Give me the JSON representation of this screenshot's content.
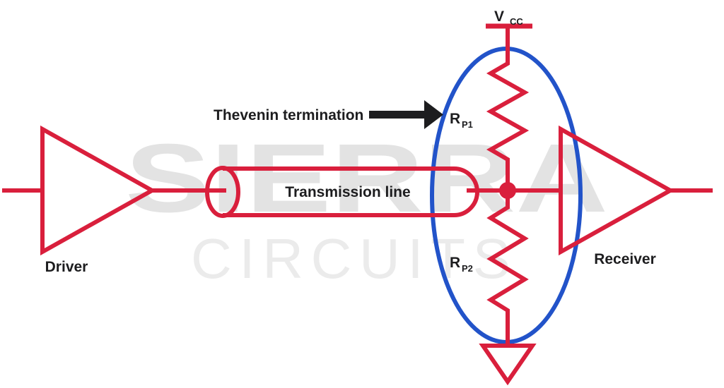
{
  "title": "Thevenin termination circuit diagram",
  "colors": {
    "background": "#ffffff",
    "red": "#d91f3c",
    "blue": "#2253c9",
    "black": "#1d1d1f",
    "watermark_primary": "#e3e3e3",
    "watermark_secondary": "#ebebeb"
  },
  "watermark": {
    "line1": "SIERRA",
    "line2": "CIRCUITS"
  },
  "labels": {
    "driver": "Driver",
    "receiver": "Receiver",
    "transmission_line": "Transmission line",
    "annotation": "Thevenin termination",
    "vcc_main": "V",
    "vcc_sub": "CC",
    "rp1_main": "R",
    "rp1_sub": "P1",
    "rp2_main": "R",
    "rp2_sub": "P2"
  },
  "icons": {
    "annotation_arrow": "right-arrow",
    "ground": "ground-triangle",
    "vcc_rail": "power-rail"
  }
}
